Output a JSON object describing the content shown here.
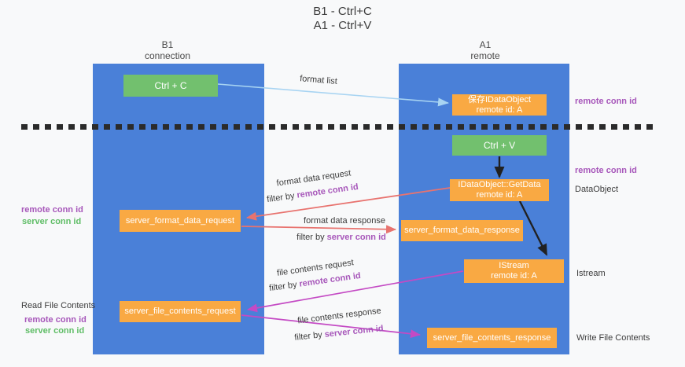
{
  "title": {
    "lines": [
      "B1 - Ctrl+C",
      "A1 - Ctrl+V"
    ]
  },
  "lanes": {
    "left": {
      "name": "B1",
      "role": "connection"
    },
    "right": {
      "name": "A1",
      "role": "remote"
    }
  },
  "boxes": {
    "ctrl_c": {
      "label": "Ctrl + C"
    },
    "ctrl_v": {
      "label": "Ctrl + V"
    },
    "save_dataobject": {
      "line1": "保存IDataObject",
      "line2": "remote id: A"
    },
    "getdata": {
      "line1": "IDataObject::GetData",
      "line2": "remote id: A"
    },
    "istream": {
      "line1": "IStream",
      "line2": "remote id: A"
    },
    "format_request": {
      "label": "server_format_data_request"
    },
    "format_response": {
      "label": "server_format_data_response"
    },
    "file_request": {
      "label": "server_file_contents_request"
    },
    "file_response": {
      "label": "server_file_contents_response"
    }
  },
  "arrow_labels": {
    "format_list": "format list",
    "format_request": "format data request",
    "format_response": "format data response",
    "file_request": "file contents request",
    "file_response": "file contents response",
    "filter_by": "filter by ",
    "remote_conn_id": "remote conn id",
    "server_conn_id": "server conn id"
  },
  "side_labels": {
    "right_remote_conn_id_top": "remote conn id",
    "right_remote_conn_id_mid": "remote conn id",
    "dataobject": "DataObject",
    "istream": "Istream",
    "write_file_contents": "Write File Contents",
    "left_remote_conn_id_1": "remote conn id",
    "left_server_conn_id_1": "server conn id",
    "read_file_contents": "Read File Contents",
    "left_remote_conn_id_2": "remote conn id",
    "left_server_conn_id_2": "server conn id"
  },
  "colors": {
    "lane_blue": "#4a80d8",
    "box_green": "#72c06e",
    "box_orange": "#f9a943",
    "arrow_lightblue": "#a8d4f2",
    "arrow_salmon": "#e8736f",
    "arrow_magenta": "#c44ac4",
    "arrow_black": "#212121",
    "text_purple": "#a757ba",
    "text_green": "#5fbd66",
    "background": "#f8f9fa"
  }
}
